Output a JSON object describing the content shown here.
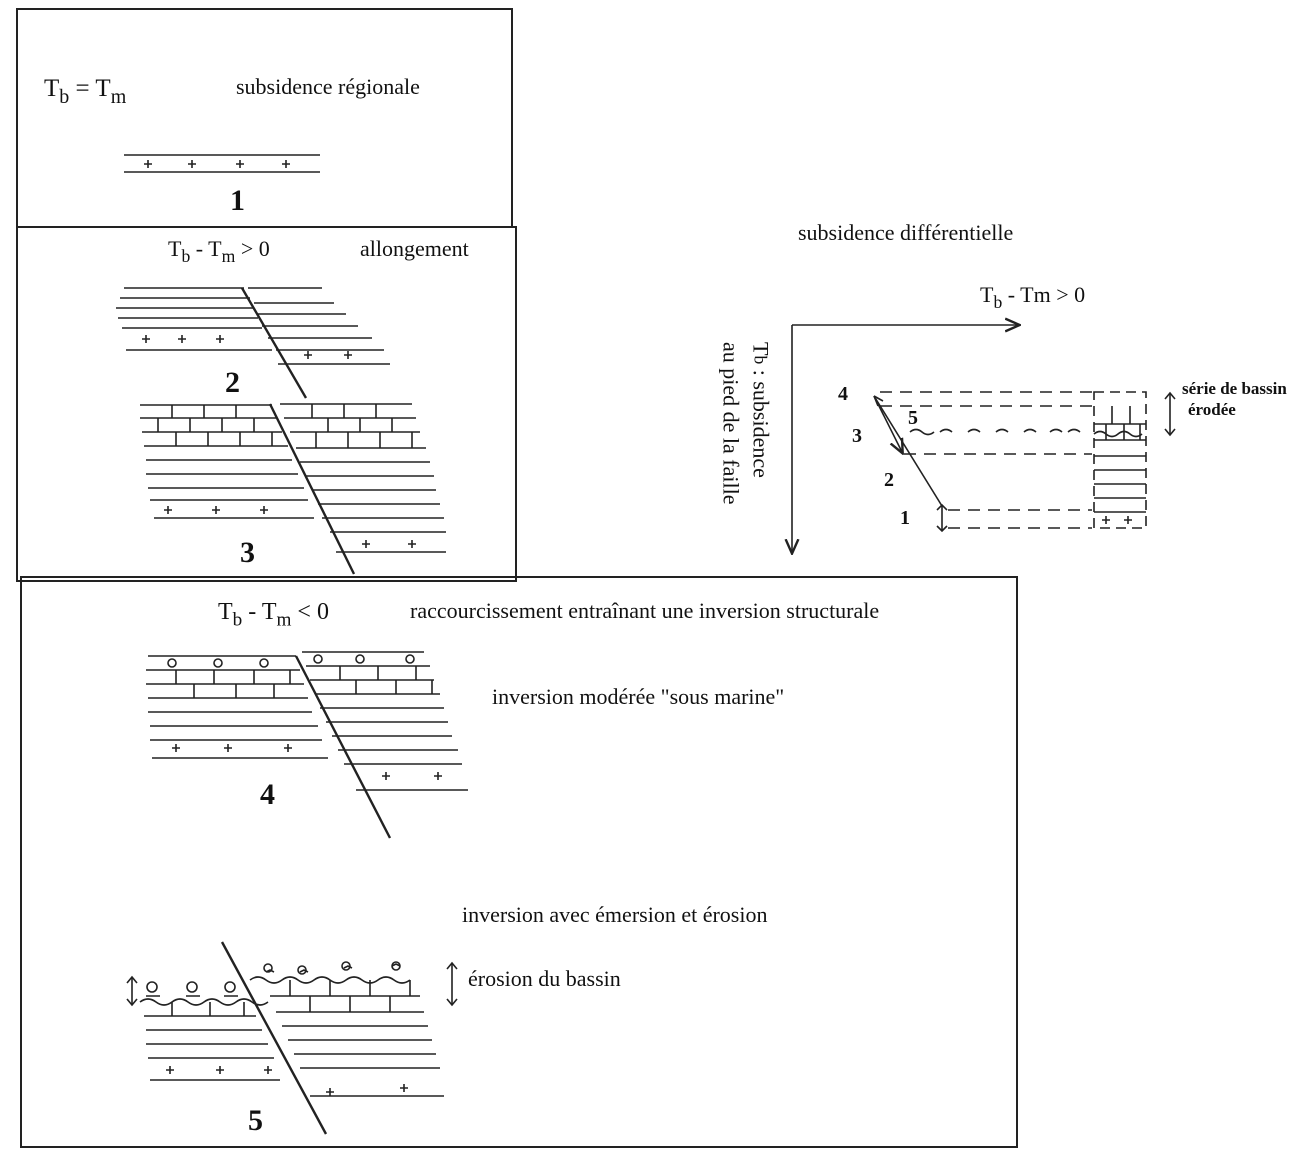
{
  "panel1": {
    "eq_main": "T",
    "eq_sub1": "b",
    "eq_mid": " = T",
    "eq_sub2": "m",
    "title": "subsidence régionale",
    "number": "1"
  },
  "panel23": {
    "eq_main": "T",
    "eq_sub1": "b",
    "eq_mid": " - T",
    "eq_sub2": "m",
    "eq_end": " > 0",
    "title": "allongement",
    "number2": "2",
    "number3": "3"
  },
  "panel45": {
    "eq_main": "T",
    "eq_sub1": "b",
    "eq_mid": " - T",
    "eq_sub2": "m",
    "eq_end": " < 0",
    "title": "raccourcissement entraînant une inversion structurale",
    "label4": "inversion modérée \"sous marine\"",
    "label5": "inversion avec émersion et érosion",
    "erosion_label": "érosion du bassin",
    "number4": "4",
    "number5": "5"
  },
  "graph": {
    "title": "subsidence différentielle",
    "x_main": "T",
    "x_sub": "b",
    "x_end": " - Tm > 0",
    "y_line1": "T",
    "y_sub": "b",
    "y_line1_end": " : subsidence",
    "y_line2": "au pied de la faille",
    "serie_label_1": "série de bassin",
    "serie_label_2": "érodée",
    "points": [
      "1",
      "2",
      "3",
      "4",
      "5"
    ]
  }
}
